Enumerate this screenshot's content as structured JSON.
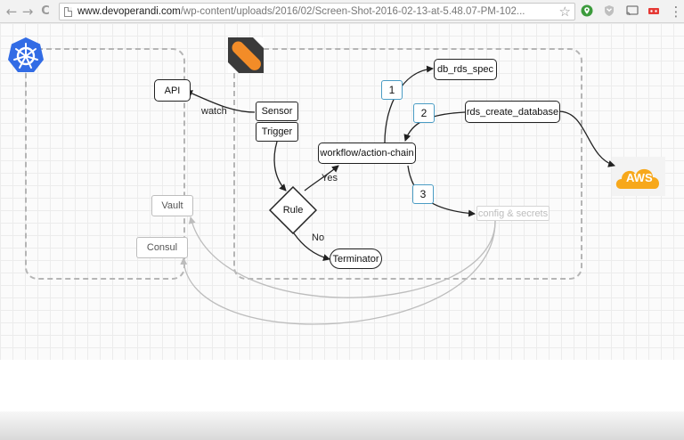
{
  "browser": {
    "back_icon": "←",
    "forward_icon": "→",
    "reload_icon": "C",
    "url_host": "www.devoperandi.com",
    "url_path": "/wp-content/uploads/2016/02/Screen-Shot-2016-02-13-at-5.48.07-PM-102...",
    "star_icon": "☆",
    "menu_icon": "⋮"
  },
  "diagram": {
    "nodes": {
      "api": "API",
      "sensor": "Sensor",
      "trigger": "Trigger",
      "rule": "Rule",
      "terminator": "Terminator",
      "workflow": "workflow/action-chain",
      "db_rds_spec": "db_rds_spec",
      "rds_create_database": "rds_create_database",
      "config_secrets": "config & secrets",
      "vault": "Vault",
      "consul": "Consul"
    },
    "edge_labels": {
      "watch": "watch",
      "yes": "Yes",
      "no": "No"
    },
    "badges": {
      "one": "1",
      "two": "2",
      "three": "3"
    },
    "logos": {
      "aws": "AWS"
    }
  },
  "colors": {
    "badge_border": "#4a9cc4",
    "kubernetes_blue": "#326ce5",
    "stackstorm_orange": "#f28c28",
    "aws_orange": "#f7a81b"
  }
}
